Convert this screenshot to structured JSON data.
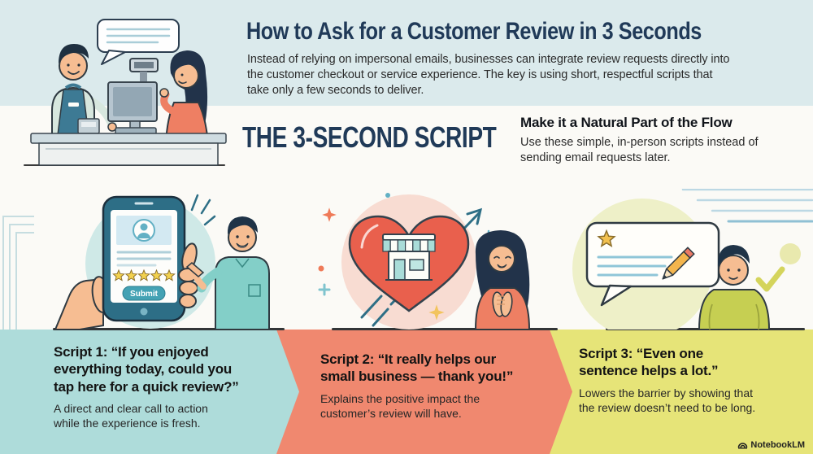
{
  "header": {
    "title": "How to Ask for a Customer Review in 3 Seconds",
    "subtitle": "Instead of relying on impersonal emails, businesses can integrate review requests directly into\nthe customer checkout or service experience. The key is using short, respectful scripts that\ntake only a few seconds to deliver."
  },
  "script_section": {
    "heading": "THE 3-SECOND SCRIPT",
    "side_heading": "Make it a Natural Part of the Flow",
    "side_body": "Use these simple, in-person scripts instead of\nsending email requests later."
  },
  "phone_ui": {
    "submit_label": "Submit",
    "star_rating": 5
  },
  "scripts": [
    {
      "title": "Script 1: “If you enjoyed\neverything today, could you\ntap here for a quick review?”",
      "description": "A direct and clear call to action\nwhile the experience is fresh.",
      "bg_color": "#aedcda"
    },
    {
      "title": "Script 2: “It really helps our\nsmall business — thank you!”",
      "description": "Explains the positive impact the\ncustomer’s review will have.",
      "bg_color": "#f0886f"
    },
    {
      "title": "Script 3: “Even one\nsentence helps a lot.”",
      "description": "Lowers the barrier by showing that\nthe review doesn’t need to be long.",
      "bg_color": "#e6e478"
    }
  ],
  "footer": {
    "brand": "NotebookLM"
  },
  "colors": {
    "top_band": "#dbeaec",
    "mid_band": "#fbfaf6",
    "headline": "#203a58",
    "body_text": "#2b2b2b"
  }
}
